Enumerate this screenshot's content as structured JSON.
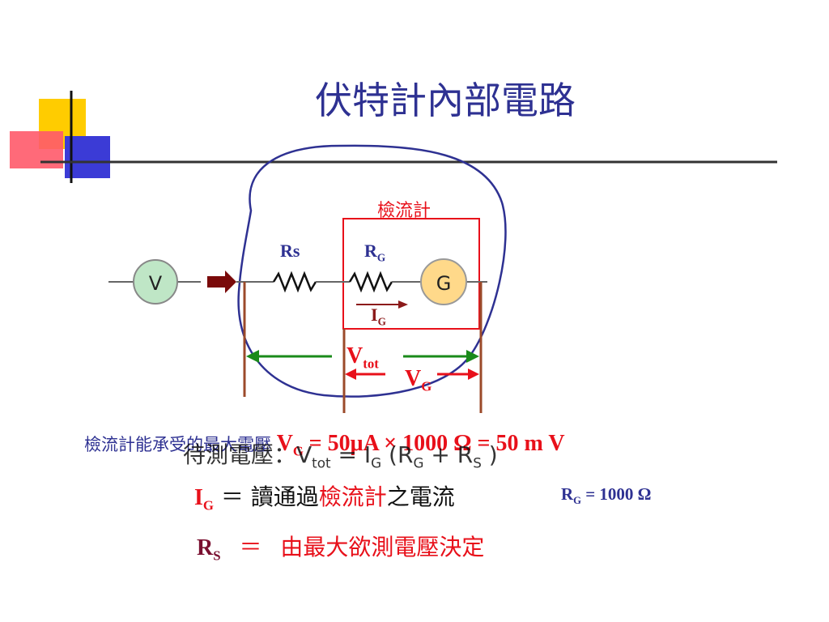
{
  "title": "伏特計內部電路",
  "circuit": {
    "galvanometer_box_label": "檢流計",
    "rs_label": "Rs",
    "rg_label": {
      "main": "R",
      "sub": "G"
    },
    "voltmeter_symbol": "V",
    "galvanometer_symbol": "G",
    "current_label": {
      "main": "I",
      "sub": "G"
    },
    "vtot_label": {
      "main": "V",
      "sub": "tot"
    },
    "vg_label": {
      "main": "V",
      "sub": "G"
    }
  },
  "notes": {
    "max_voltage_prefix": "檢流計能承受的最大電壓",
    "max_voltage_vg_main": "V",
    "max_voltage_vg_sub": "G",
    "max_voltage_formula": "= 50μA × 1000 Ω = 50 m V",
    "eq_text": "待測電壓：V",
    "eq_vtot_sub": "tot",
    "eq_equals_i": "= I",
    "eq_ig_sub": "G",
    "eq_paren_r": "(R",
    "eq_rg_sub": "G",
    "eq_plus_r": "+ R",
    "eq_rs_sub": "S",
    "eq_close": ")",
    "ig_main": "I",
    "ig_sub": "G",
    "ig_eq": "＝ 讀通過",
    "ig_highlight": "檢流計",
    "ig_tail": "之電流",
    "rg_value_main": "R",
    "rg_value_sub": "G",
    "rg_value_text": "= 1000 Ω",
    "rs_main": "R",
    "rs_sub": "S",
    "rs_eq": "＝",
    "rs_desc": "由最大欲測電壓決定"
  },
  "colors": {
    "title": "#2e3192",
    "red": "#e8101a",
    "blue_loop": "#2e3192",
    "green_arrow": "#1a8a1a",
    "brown_lines": "#9b4a2a",
    "voltmeter_fill": "#bfe6c6",
    "galvanometer_fill": "#ffd98a"
  }
}
